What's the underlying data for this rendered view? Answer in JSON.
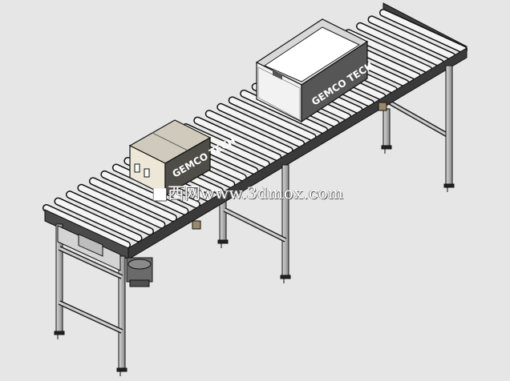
{
  "scene": {
    "background": "#e6e6e6",
    "line_color": "#1a1a1a",
    "roller_color": "#f2f2f2",
    "frame_color": "#3c3c3c",
    "crate_label": "GEMCO TECH",
    "box_label": "GEMCO TECH"
  },
  "watermark": {
    "text": "■西网www.3dmox.com"
  }
}
